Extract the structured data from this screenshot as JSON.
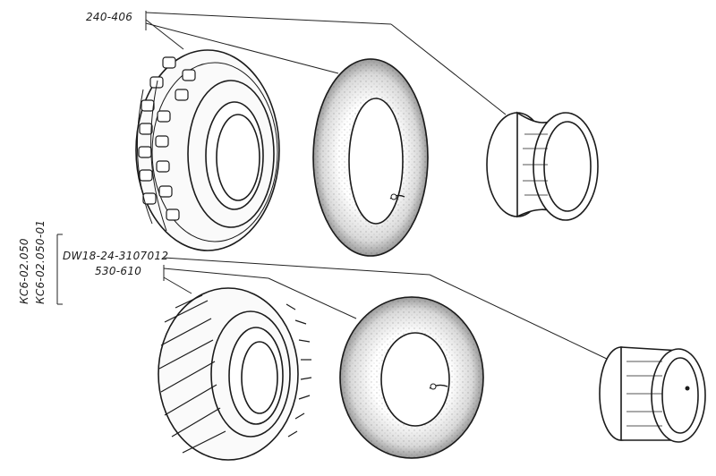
{
  "upper_assembly": {
    "tire_code": "240-406"
  },
  "lower_assembly": {
    "models": [
      "КС6-02.050",
      "КС6-02.050-01"
    ],
    "rim_code": "DW18-24-3107012",
    "tire_code": "530-610"
  },
  "colors": {
    "ink": "#1b1b1b",
    "paper": "#ffffff"
  }
}
